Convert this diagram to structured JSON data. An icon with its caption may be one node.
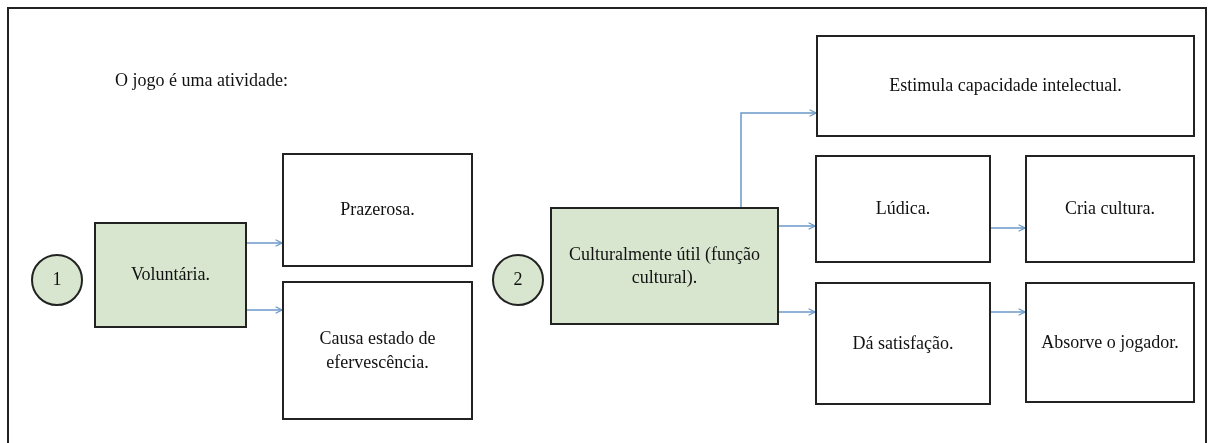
{
  "diagram": {
    "nodes": [
      {
        "text": [
          "1"
        ]
      },
      {
        "text": [
          "Voluntária."
        ]
      },
      {
        "text": [
          "Prazerosa."
        ]
      },
      {
        "text": [
          "Causa estado de efervescência."
        ]
      },
      {
        "text": [
          "2"
        ]
      },
      {
        "text": [
          "Culturalmente útil (função cultural)."
        ]
      },
      {
        "text": [
          "Estimula capacidade intelectual."
        ]
      },
      {
        "text": [
          "Lúdica."
        ]
      },
      {
        "text": [
          "Cria cultura."
        ]
      },
      {
        "text": [
          "Dá satisfação."
        ]
      },
      {
        "text": [
          "Absorve o jogador."
        ]
      }
    ],
    "edges": [
      {
        "from": 1,
        "to": 2,
        "arrow": "to"
      },
      {
        "from": 1,
        "to": 3,
        "arrow": "to"
      },
      {
        "from": 5,
        "to": 6,
        "arrow": "to"
      },
      {
        "from": 5,
        "to": 7,
        "arrow": "to"
      },
      {
        "from": 5,
        "to": 9,
        "arrow": "to"
      },
      {
        "from": 7,
        "to": 8,
        "arrow": "to"
      },
      {
        "from": 9,
        "to": 10,
        "arrow": "to"
      }
    ],
    "labels": [
      "O jogo é uma atividade:"
    ]
  }
}
